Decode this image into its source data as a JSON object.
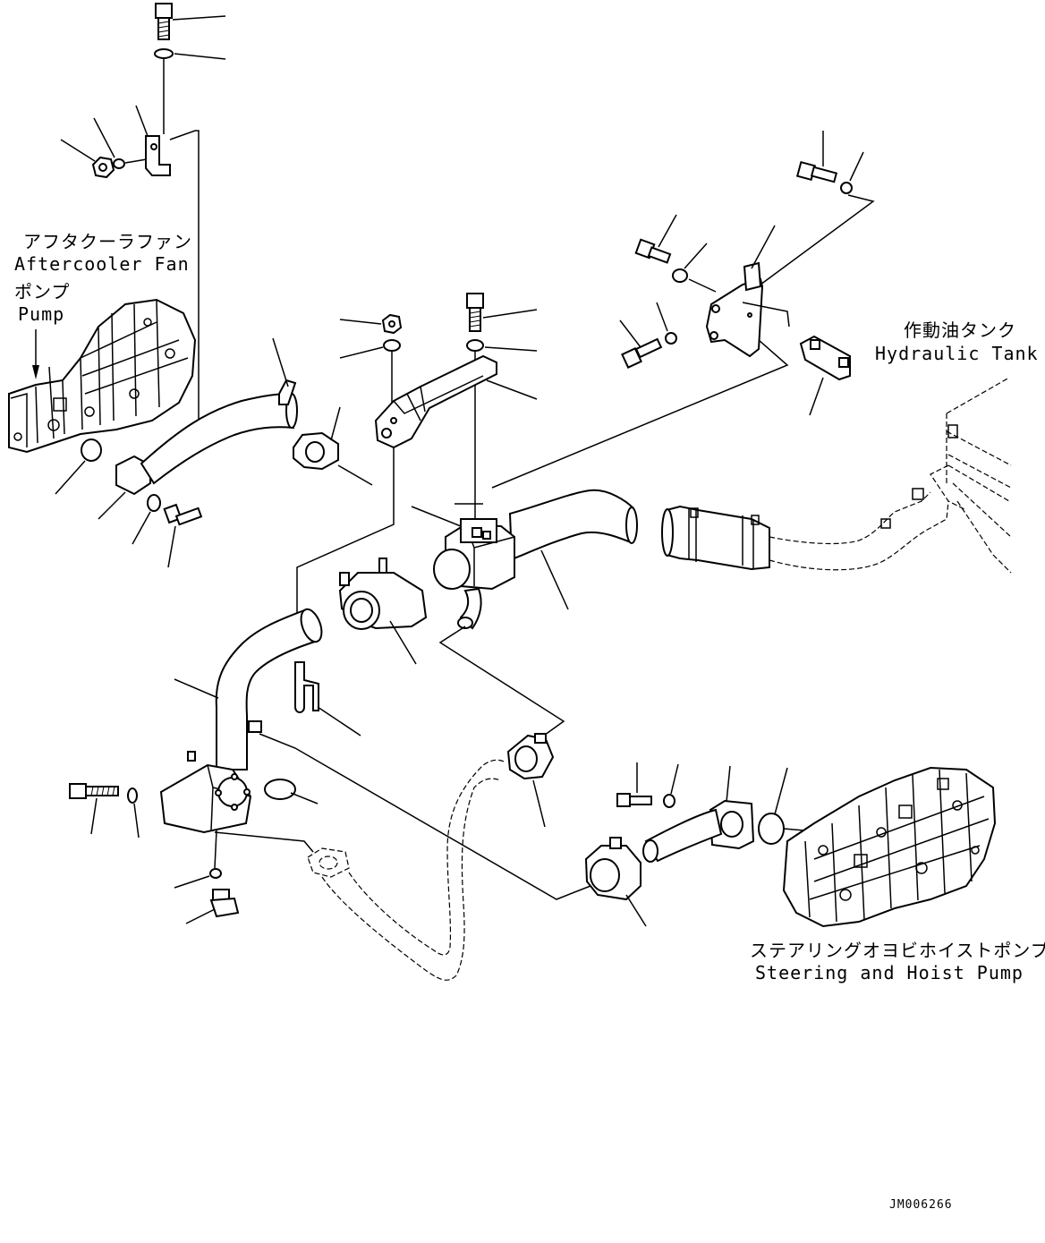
{
  "labels": {
    "aftercooler_jp": "アフタクーラファン",
    "aftercooler_en": "Aftercooler Fan",
    "pump_jp": "ポンプ",
    "pump_en": "Pump",
    "tank_jp": "作動油タンク",
    "tank_en": "Hydraulic Tank",
    "steering_jp": "ステアリングオヨビホイストポンプ",
    "steering_en": "Steering and Hoist Pump"
  },
  "drawing_code": "JM006266"
}
